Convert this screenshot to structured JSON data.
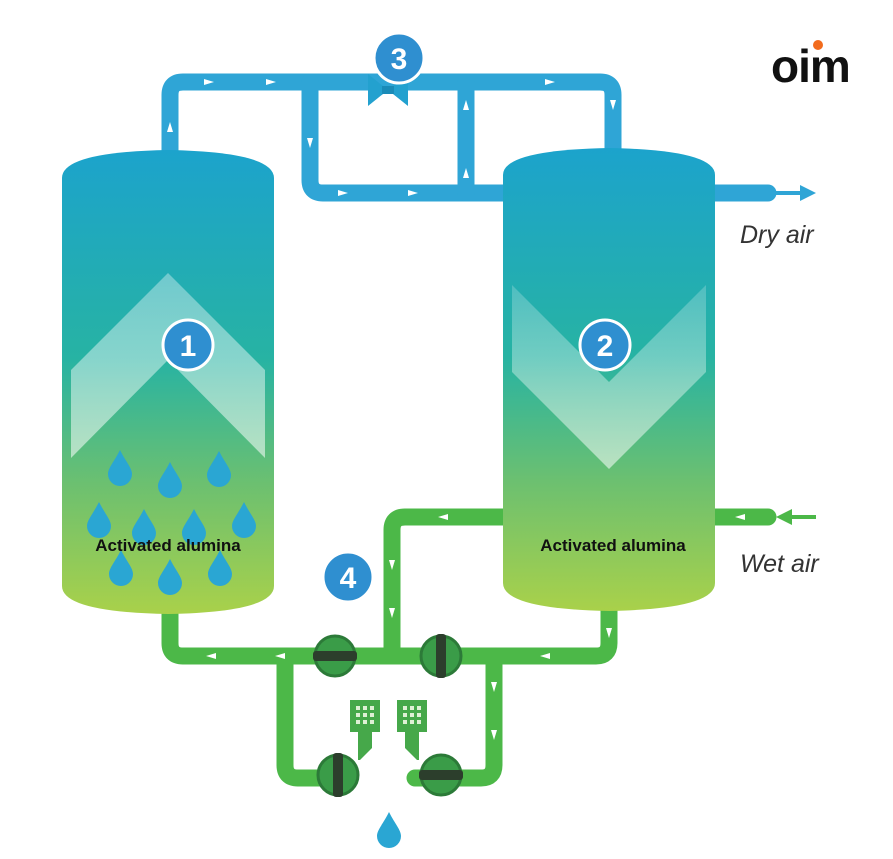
{
  "logo": {
    "text": "oim",
    "dot_color": "#f26b1d",
    "color": "#111111"
  },
  "labels": {
    "dry_air": "Dry air",
    "wet_air": "Wet air",
    "tower1_material": "Activated alumina",
    "tower2_material": "Activated alumina"
  },
  "markers": [
    "1",
    "2",
    "3",
    "4"
  ],
  "colors": {
    "dry_pipe": "#2fa5d6",
    "wet_pipe": "#4cb848",
    "marker_fill": "#2f8fd0",
    "tower_top": "#1aa5c9",
    "tower_mid": "#27b2a6",
    "tower_bottom": "#a6cf4b"
  },
  "icons": {
    "valve_top": "butterfly-valve-icon",
    "valves_bottom": "ball-valve-icon",
    "silencers": "silencer-icon",
    "droplet": "water-droplet-icon"
  }
}
